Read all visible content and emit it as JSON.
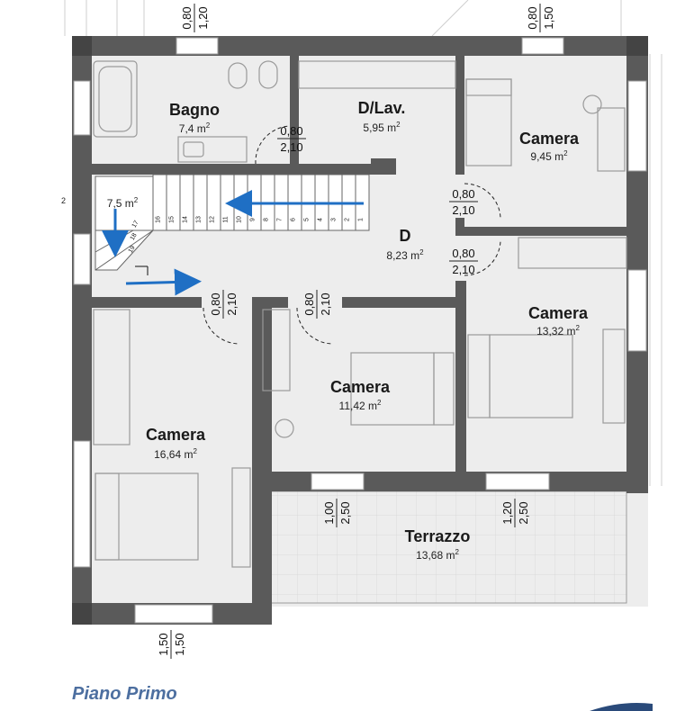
{
  "plan_title": "Piano Primo",
  "rooms": [
    {
      "id": "bagno",
      "name": "Bagno",
      "area": "7,4 m",
      "unit_sup": "2"
    },
    {
      "id": "dlav",
      "name": "D/Lav.",
      "area": "5,95 m",
      "unit_sup": "2"
    },
    {
      "id": "camera1",
      "name": "Camera",
      "area": "9,45 m",
      "unit_sup": "2"
    },
    {
      "id": "stair",
      "name": "",
      "area": "7,5 m",
      "unit_sup": "2"
    },
    {
      "id": "d",
      "name": "D",
      "area": "8,23 m",
      "unit_sup": "2"
    },
    {
      "id": "camera2",
      "name": "Camera",
      "area": "13,32 m",
      "unit_sup": "2"
    },
    {
      "id": "camera3",
      "name": "Camera",
      "area": "11,42 m",
      "unit_sup": "2"
    },
    {
      "id": "camera4",
      "name": "Camera",
      "area": "16,64 m",
      "unit_sup": "2"
    },
    {
      "id": "terrazzo",
      "name": "Terrazzo",
      "area": "13,68 m",
      "unit_sup": "2"
    }
  ],
  "dimensions": [
    {
      "id": "win-top-left",
      "w": "0,80",
      "h": "1,20"
    },
    {
      "id": "win-top-right",
      "w": "0,80",
      "h": "1,50"
    },
    {
      "id": "door-bagno",
      "w": "0,80",
      "h": "2,10"
    },
    {
      "id": "door-camera1",
      "w": "0,80",
      "h": "2,10"
    },
    {
      "id": "door-camera2",
      "w": "0,80",
      "h": "2,10"
    },
    {
      "id": "door-camera4",
      "w": "0,80",
      "h": "2,10"
    },
    {
      "id": "door-camera3",
      "w": "0,80",
      "h": "2,10"
    },
    {
      "id": "win-terrazzo-left",
      "w": "1,00",
      "h": "2,50"
    },
    {
      "id": "win-terrazzo-right",
      "w": "1,20",
      "h": "2,50"
    },
    {
      "id": "win-bottom",
      "w": "1,50",
      "h": "1,50"
    }
  ],
  "stair_steps": [
    "16",
    "15",
    "14",
    "13",
    "12",
    "11",
    "10",
    "9",
    "8",
    "7",
    "6",
    "5",
    "4",
    "3",
    "2",
    "1"
  ],
  "stair_side_steps": [
    "17",
    "18",
    "19"
  ],
  "edge_label": "2",
  "colors": {
    "wall": "#5a5a5a",
    "floor": "#ededed",
    "terrace": "#f4f4f4",
    "line": "#9a9a9a",
    "arrow": "#1f6fc4",
    "title": "#4d6fa0"
  }
}
